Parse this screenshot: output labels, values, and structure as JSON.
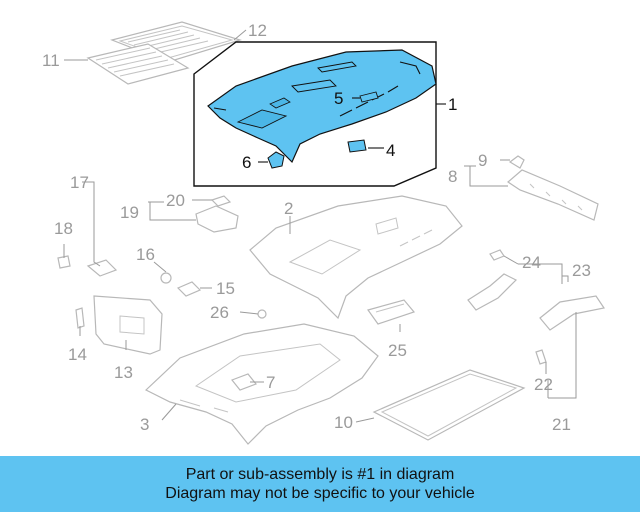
{
  "colors": {
    "highlight": "#5ec3f1",
    "banner_bg": "#5ec3f1",
    "muted_line": "#b8b8b8",
    "muted_text": "#9a9a9a",
    "dark": "#111111"
  },
  "diagram": {
    "callouts": {
      "c1": "1",
      "c2": "2",
      "c3": "3",
      "c4": "4",
      "c5": "5",
      "c6": "6",
      "c7": "7",
      "c8": "8",
      "c9": "9",
      "c10": "10",
      "c11": "11",
      "c12": "12",
      "c13": "13",
      "c14": "14",
      "c15": "15",
      "c16": "16",
      "c17": "17",
      "c18": "18",
      "c19": "19",
      "c20": "20",
      "c21": "21",
      "c22": "22",
      "c23": "23",
      "c24": "24",
      "c25": "25",
      "c26": "26"
    },
    "highlighted_part": "1"
  },
  "banner": {
    "line1": "Part or sub-assembly is #1 in diagram",
    "line2": "Diagram may not be specific to your vehicle"
  }
}
